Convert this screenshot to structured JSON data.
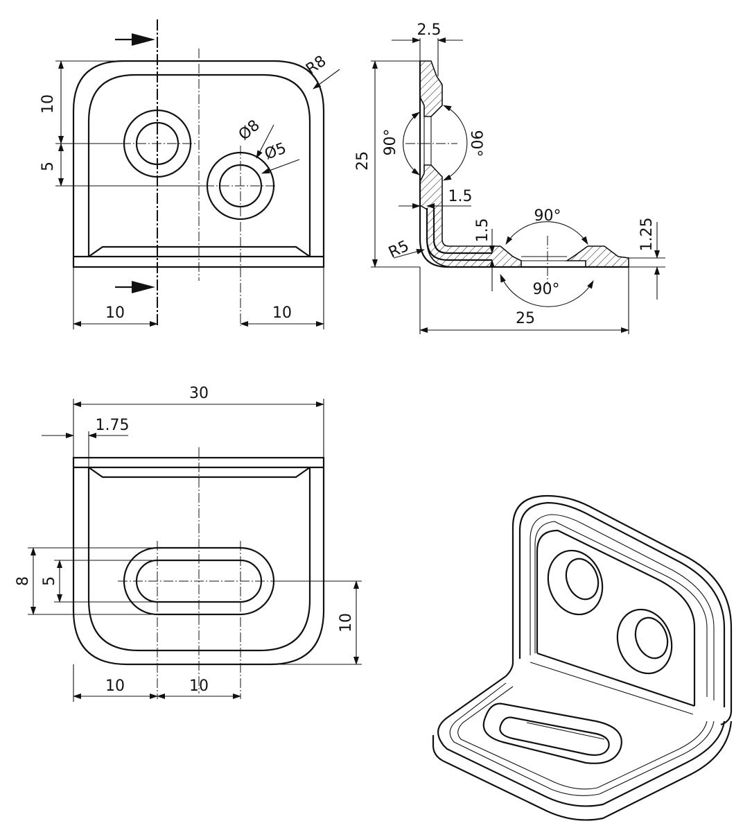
{
  "front_view": {
    "dims": {
      "height_top": "10",
      "height_mid": "5",
      "width_left": "10",
      "width_right": "10",
      "radius_corner": "R8",
      "dia_counterbore": "Ø8",
      "dia_hole": "Ø5"
    }
  },
  "side_view": {
    "dims": {
      "thickness_top": "2.5",
      "height": "25",
      "angle_upper_left": "90°",
      "angle_upper_right": "90°",
      "wall_thickness": "1.5",
      "flange_thickness": "1.5",
      "bend_radius": "R5",
      "angle_bottom_top": "90°",
      "angle_bottom_bottom": "90°",
      "step_height": "1.25",
      "length": "25"
    }
  },
  "top_view": {
    "dims": {
      "overall_width": "30",
      "edge_offset": "1.75",
      "slot_outer_height": "8",
      "slot_inner_height": "5",
      "slot_to_edge": "10",
      "slot_left": "10",
      "slot_right": "10"
    }
  }
}
